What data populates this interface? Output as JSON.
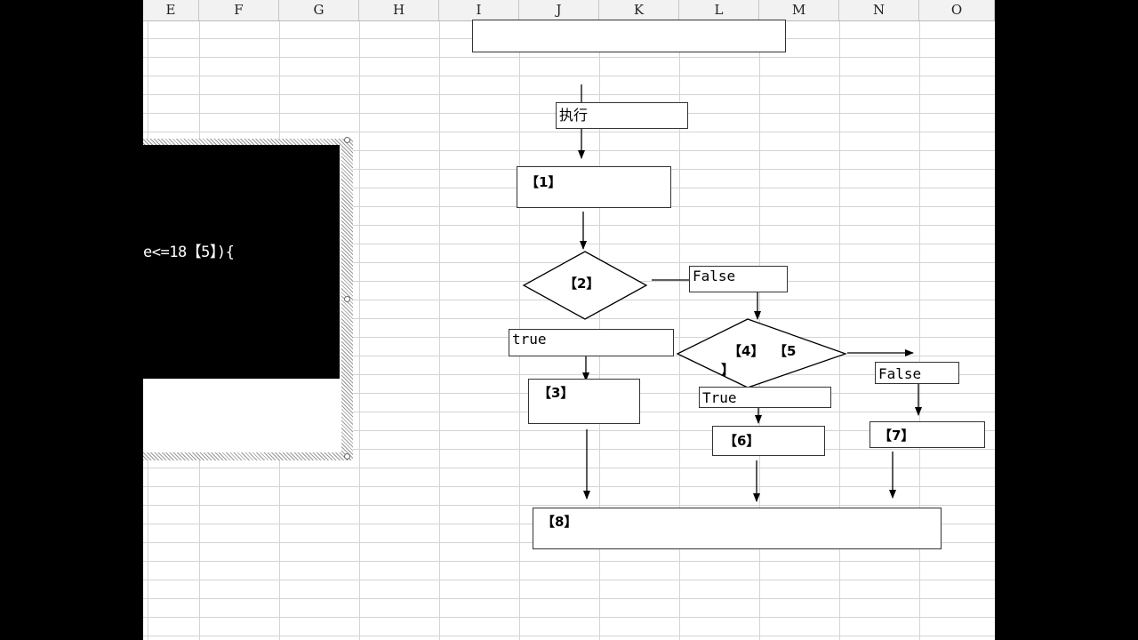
{
  "spreadsheet": {
    "columns": [
      "E",
      "F",
      "G",
      "H",
      "I",
      "J",
      "K",
      "L",
      "M",
      "N",
      "O"
    ]
  },
  "code_box": {
    "visible_code": "e<=18【5】){"
  },
  "flowchart": {
    "exec_label": "执行",
    "step1": "【1】",
    "step2": "【2】",
    "false_label_1": "False",
    "true_label_1": "true",
    "step4": "【4】",
    "step5_open": "【5",
    "step5_close": "】",
    "false_label_2": "False",
    "true_label_2": "True",
    "step3": "【3】",
    "step6": "【6】",
    "step7": "【7】",
    "step8": "【8】"
  }
}
